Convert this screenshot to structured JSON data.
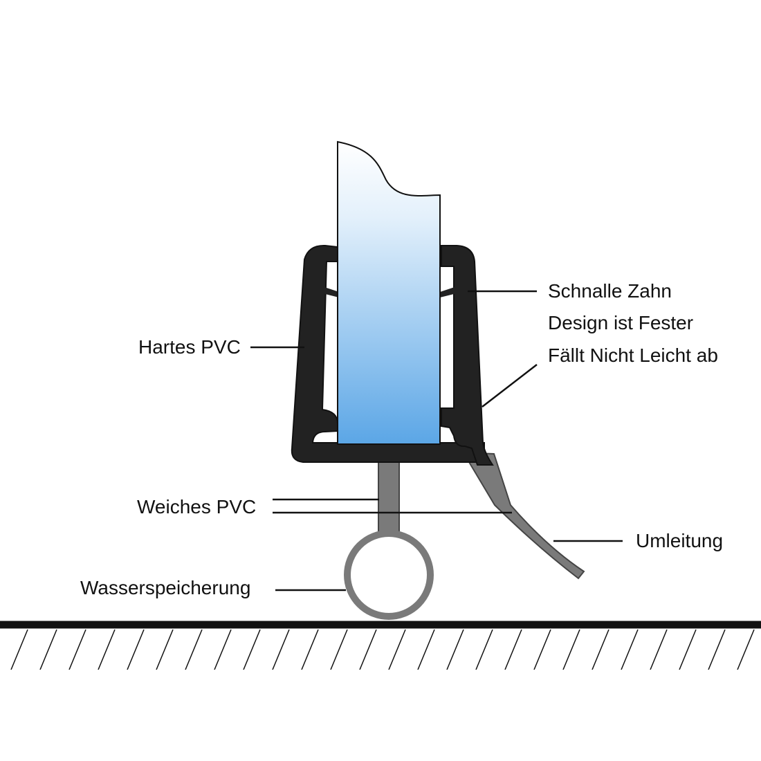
{
  "labels": {
    "hard_pvc": "Hartes PVC",
    "soft_pvc": "Weiches PVC",
    "water_storage": "Wasserspeicherung",
    "diversion": "Umleitung",
    "buckle_tooth": [
      "Schnalle Zahn",
      "Design ist Fester",
      "Fällt Nicht Leicht ab"
    ]
  },
  "colors": {
    "hard_pvc": "#222222",
    "soft_pvc": "#7a7a7a",
    "glass_top": "#ffffff",
    "glass_bottom": "#5ba6e6",
    "floor": "#111111",
    "leader_lines": "#111111"
  }
}
